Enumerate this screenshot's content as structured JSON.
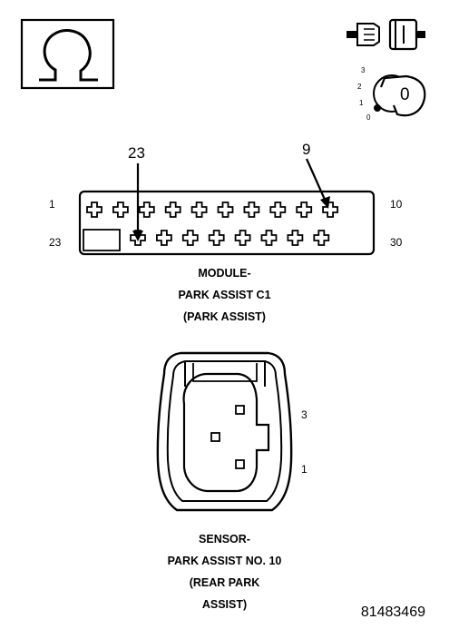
{
  "ignition": {
    "positions": [
      "3",
      "2",
      "1",
      "0"
    ],
    "key_face": "0"
  },
  "module_connector": {
    "callouts": [
      "23",
      "9"
    ],
    "row1": {
      "first": "1",
      "last": "10"
    },
    "row2": {
      "first": "23",
      "last": "30"
    },
    "caption": [
      "MODULE-",
      "PARK ASSIST C1",
      "(PARK ASSIST)"
    ]
  },
  "sensor_connector": {
    "pin_labels": [
      "3",
      "1"
    ],
    "caption": [
      "SENSOR-",
      "PARK ASSIST NO. 10",
      "(REAR PARK",
      "ASSIST)"
    ]
  },
  "figure_number": "81483469",
  "icons": [
    "ohmmeter-icon",
    "disconnect-connector-icon",
    "ignition-key-off-icon"
  ],
  "colors": {
    "line": "#000000",
    "background": "#ffffff"
  }
}
